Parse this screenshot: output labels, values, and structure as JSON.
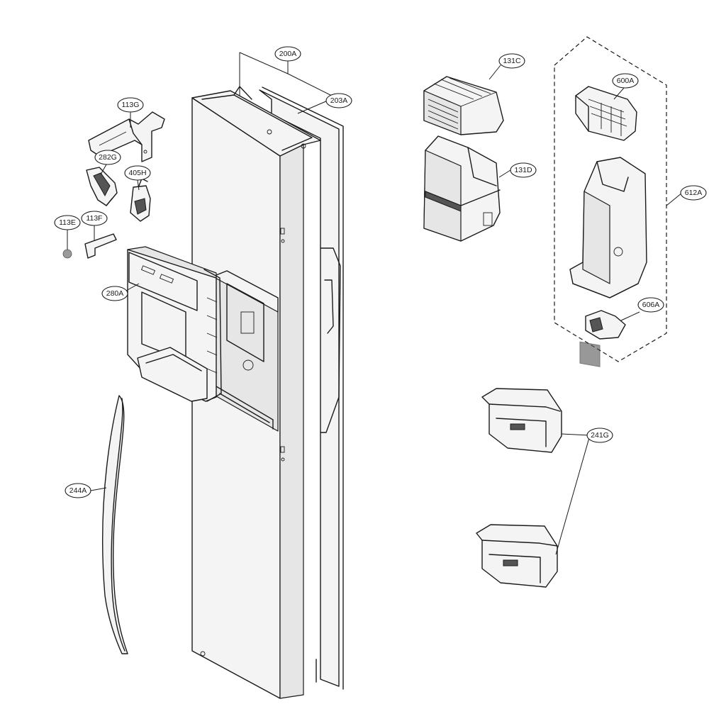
{
  "callouts": [
    {
      "id": "200A",
      "label": "200A"
    },
    {
      "id": "203A",
      "label": "203A"
    },
    {
      "id": "113G",
      "label": "113G"
    },
    {
      "id": "282G",
      "label": "282G"
    },
    {
      "id": "405H",
      "label": "405H"
    },
    {
      "id": "113E",
      "label": "113E"
    },
    {
      "id": "113F",
      "label": "113F"
    },
    {
      "id": "280A",
      "label": "280A"
    },
    {
      "id": "244A",
      "label": "244A"
    },
    {
      "id": "131C",
      "label": "131C"
    },
    {
      "id": "131D",
      "label": "131D"
    },
    {
      "id": "600A",
      "label": "600A"
    },
    {
      "id": "612A",
      "label": "612A"
    },
    {
      "id": "606A",
      "label": "606A"
    },
    {
      "id": "241G",
      "label": "241G"
    }
  ],
  "colors": {
    "line": "#1a1a1a",
    "background": "#ffffff",
    "fill_light": "#f4f4f4"
  }
}
